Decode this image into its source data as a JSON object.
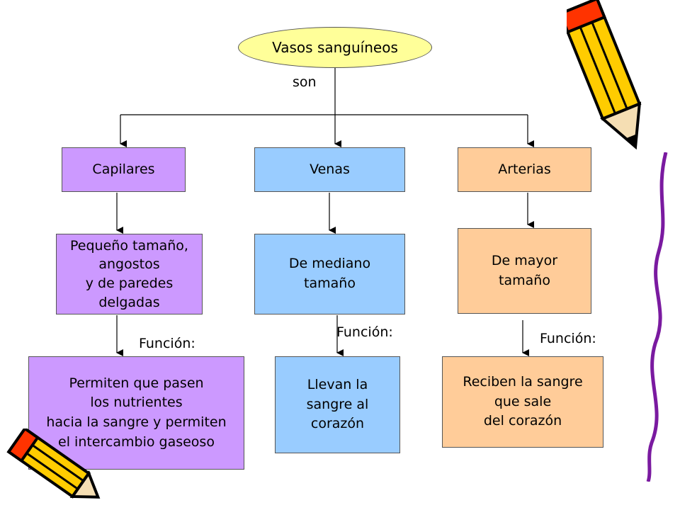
{
  "root": "Vasos sanguíneos",
  "connector": "son",
  "branches": [
    {
      "name": "Capilares",
      "description": "Pequeño tamaño,\nangostos\n y de paredes\ndelgadas",
      "function_label": "Función:",
      "function": "Permiten que pasen\nlos nutrientes\nhacia la sangre y permiten\nel intercambio gaseoso",
      "color": "#cc99ff"
    },
    {
      "name": "Venas",
      "description": "De mediano\ntamaño",
      "function_label": "Función:",
      "function": "Llevan la\nsangre al\n corazón",
      "color": "#99ccff"
    },
    {
      "name": "Arterias",
      "description": "De mayor\ntamaño",
      "function_label": "Función:",
      "function": "Reciben la sangre\nque sale\ndel corazón",
      "color": "#ffcc99"
    }
  ],
  "decorations": [
    "pencil-icon",
    "pencil-icon"
  ]
}
